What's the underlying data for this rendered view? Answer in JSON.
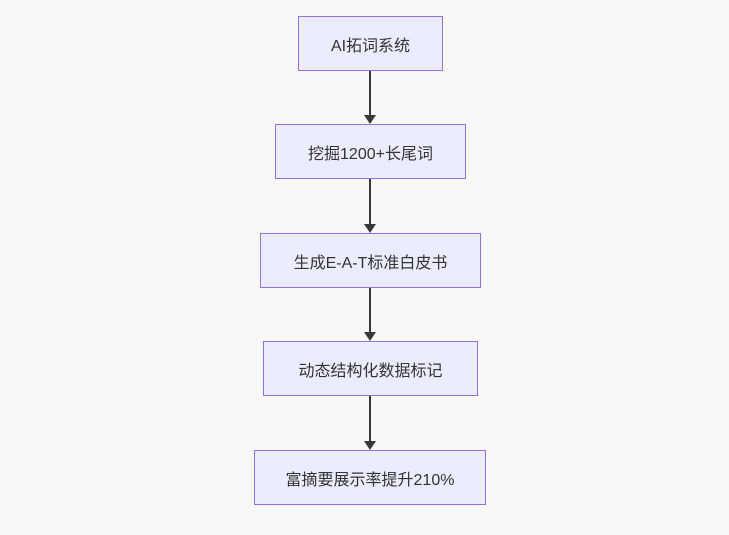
{
  "diagram": {
    "type": "flowchart",
    "direction": "top-down",
    "nodes": [
      {
        "label": "AI拓词系统"
      },
      {
        "label": "挖掘1200+长尾词"
      },
      {
        "label": "生成E-A-T标准白皮书"
      },
      {
        "label": "动态结构化数据标记"
      },
      {
        "label": "富摘要展示率提升210%"
      }
    ],
    "edges": [
      {
        "from": "AI拓词系统",
        "to": "挖掘1200+长尾词"
      },
      {
        "from": "挖掘1200+长尾词",
        "to": "生成E-A-T标准白皮书"
      },
      {
        "from": "生成E-A-T标准白皮书",
        "to": "动态结构化数据标记"
      },
      {
        "from": "动态结构化数据标记",
        "to": "富摘要展示率提升210%"
      }
    ],
    "colors": {
      "node_fill": "#ECECFF",
      "node_border": "#9370DB",
      "arrow": "#383838",
      "text": "#333333",
      "background": "#F8F8F8"
    }
  }
}
